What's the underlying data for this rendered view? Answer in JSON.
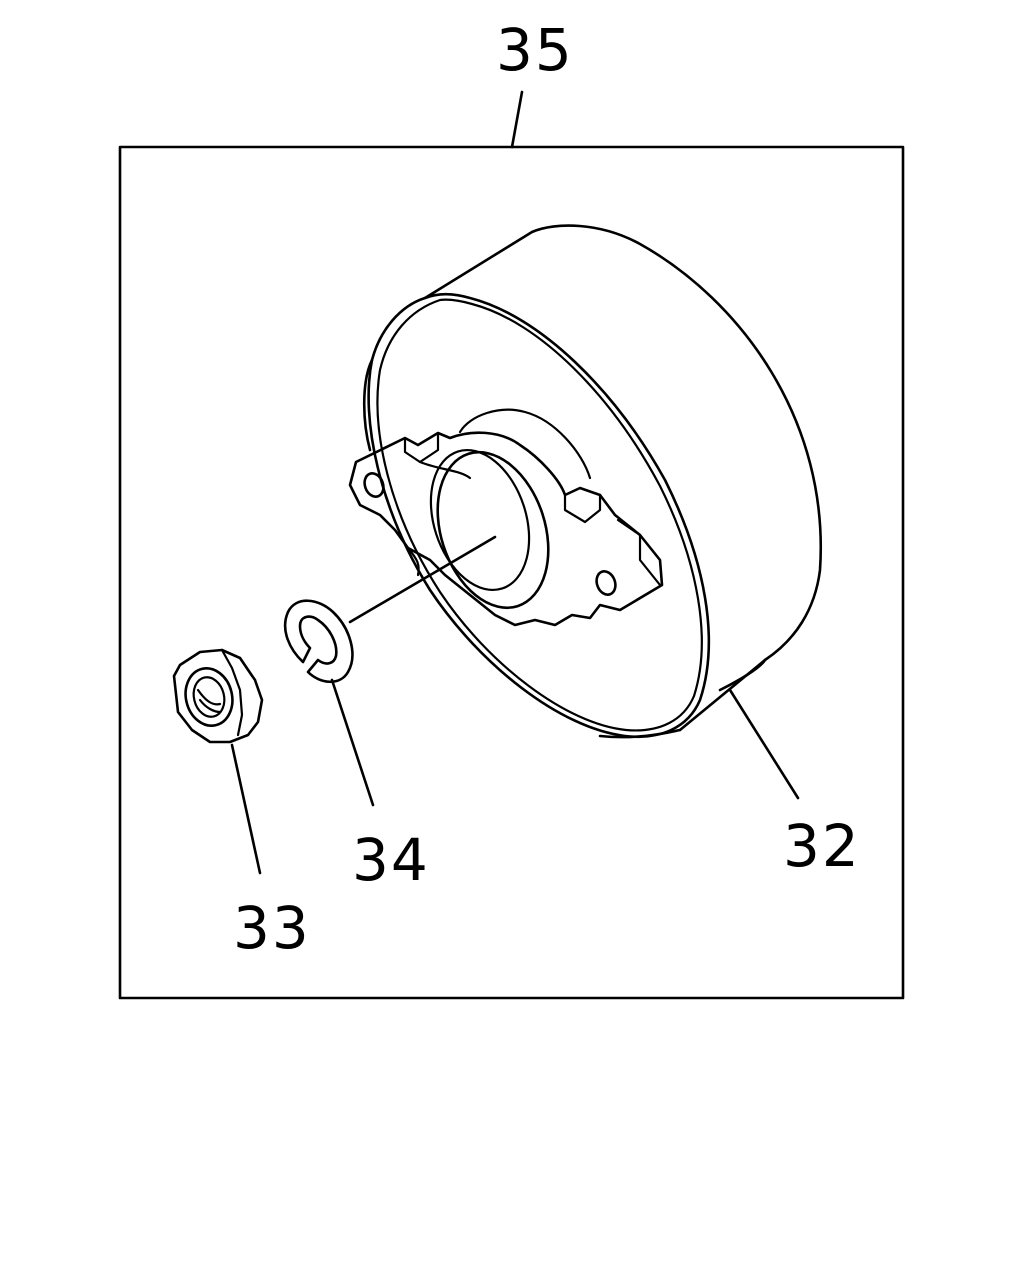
{
  "diagram": {
    "callouts": {
      "assembly": "35",
      "drum": "32",
      "nut": "33",
      "clip": "34"
    },
    "colors": {
      "line": "#000000",
      "background": "#ffffff"
    }
  }
}
